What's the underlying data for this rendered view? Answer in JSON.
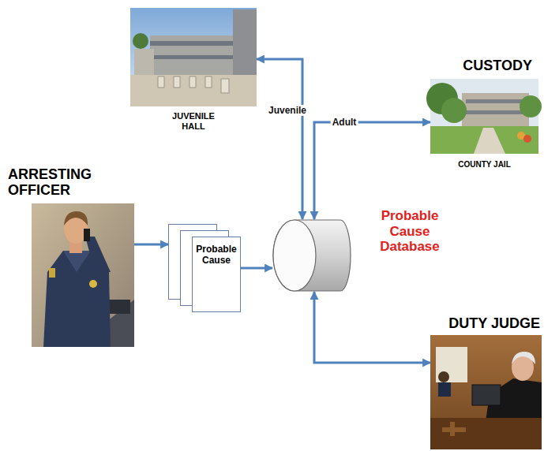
{
  "diagram": {
    "nodes": [
      {
        "text": [
          "JUVENILE HALL"
        ]
      },
      {
        "text": [
          "CUSTODY",
          "COUNTY JAIL"
        ]
      },
      {
        "text": [
          "ARRESTING OFFICER"
        ]
      },
      {
        "text": [
          "Probable Cause"
        ]
      },
      {
        "text": [
          "Probable Cause Database"
        ]
      },
      {
        "text": [
          "DUTY JUDGE"
        ]
      }
    ],
    "edges": [
      {
        "from": 2,
        "to": 3,
        "arrow": "to"
      },
      {
        "from": 3,
        "to": 4,
        "arrow": "to"
      },
      {
        "from": 4,
        "to": 0,
        "label": "Juvenile",
        "arrow": "both"
      },
      {
        "from": 4,
        "to": 1,
        "label": "Adult",
        "arrow": "both"
      },
      {
        "from": 4,
        "to": 5,
        "arrow": "both"
      }
    ]
  }
}
